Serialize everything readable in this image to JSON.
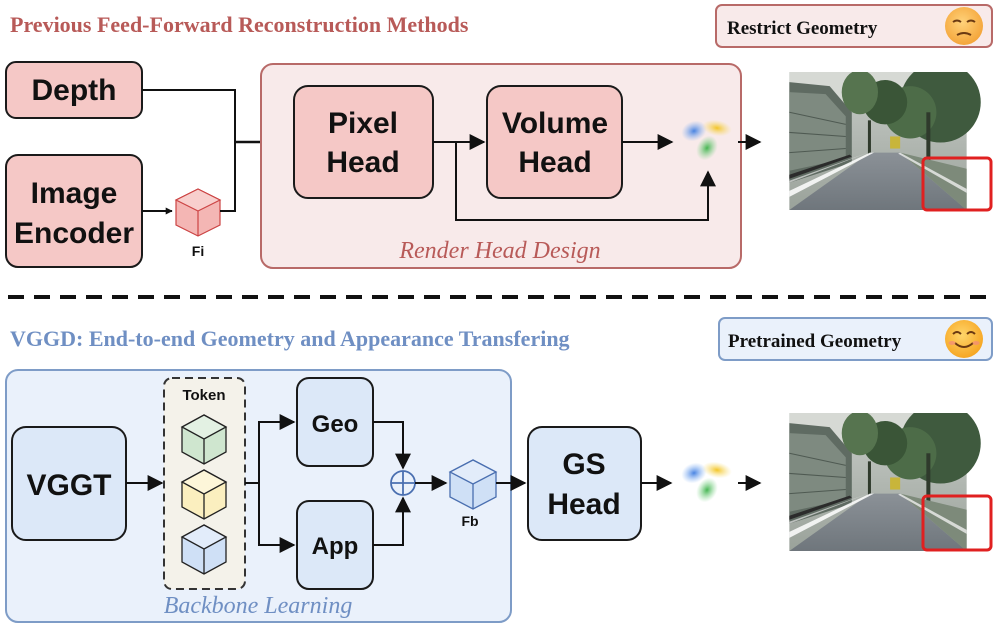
{
  "top": {
    "title": "Previous Feed-Forward Reconstruction Methods",
    "badge": "Restrict Geometry",
    "badge_emoji": "😔",
    "depth_label": "Depth",
    "encoder_label_1": "Image",
    "encoder_label_2": "Encoder",
    "fi_label": "Fi",
    "pixel_head_1": "Pixel",
    "pixel_head_2": "Head",
    "volume_head_1": "Volume",
    "volume_head_2": "Head",
    "render_caption": "Render Head Design"
  },
  "bottom": {
    "title": "VGGD: End-to-end Geometry and Appearance Transfering",
    "badge": "Pretrained Geometry",
    "badge_emoji": "😊",
    "vggt_label": "VGGT",
    "token_label": "Token",
    "geo_label": "Geo",
    "app_label": "App",
    "plus_symbol": "⊕",
    "fb_label": "Fb",
    "gs_head_1": "GS",
    "gs_head_2": "Head",
    "backbone_caption": "Backbone Learning"
  },
  "colors": {
    "top_title": "#b85a58",
    "bottom_title": "#6f8fc3",
    "top_fill": "#f5c8c6",
    "top_stroke": "#1a1a1a",
    "top_panel_fill": "#f8eaea",
    "top_panel_stroke": "#b86a68",
    "bottom_fill": "#dce8f8",
    "bottom_panel_fill": "#eaf1fb",
    "bottom_panel_stroke": "#7e9cc7",
    "token_bg": "#f4f2ea",
    "cube_green": "#cfe6cf",
    "cube_yellow": "#fbefbf",
    "cube_blue": "#cfe0f6",
    "cube_pink": "#f4b6b4",
    "highlight_red": "#e02020"
  }
}
